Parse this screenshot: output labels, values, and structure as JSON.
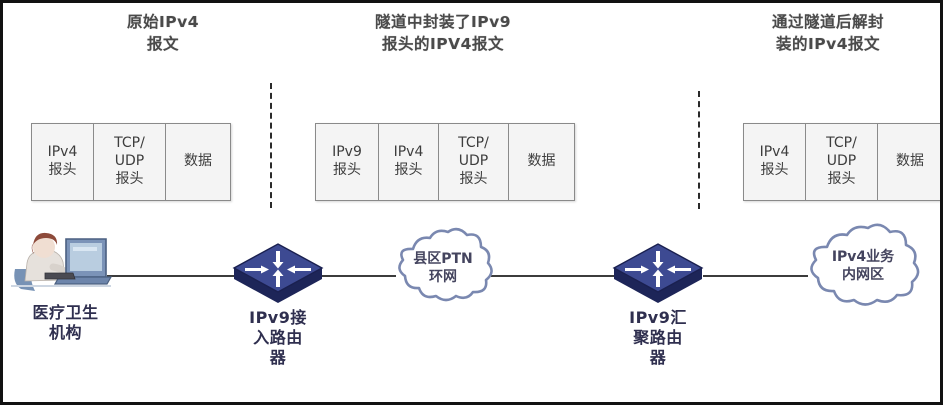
{
  "diagram": {
    "title": "IPv9 tunnel encapsulation network diagram",
    "colors": {
      "border": "#111111",
      "router_body": "#2e3a7a",
      "router_top": "#4a57a8",
      "cloud_stroke": "#6d7ba8",
      "packet_border": "#8a8a8a",
      "packet_fill": "#f2f2f2",
      "line": "#3c3c3c",
      "label_text": "#2f2f4f"
    }
  },
  "sections": [
    {
      "caption": "原始IPv4\n报文"
    },
    {
      "caption": "隧道中封装了IPv9\n报头的IPV4报文"
    },
    {
      "caption": "通过隧道后解封\n装的IPv4报文"
    }
  ],
  "packets": [
    {
      "name": "original-ipv4-packet",
      "cells": [
        {
          "label": "IPv4\n报头"
        },
        {
          "label": "TCP/\nUDP\n报头"
        },
        {
          "label": "数据"
        }
      ]
    },
    {
      "name": "ipv9-encapsulated-packet",
      "cells": [
        {
          "label": "IPv9\n报头"
        },
        {
          "label": "IPv4\n报头"
        },
        {
          "label": "TCP/\nUDP\n报头"
        },
        {
          "label": "数据"
        }
      ]
    },
    {
      "name": "decapsulated-ipv4-packet",
      "cells": [
        {
          "label": "IPv4\n报头"
        },
        {
          "label": "TCP/\nUDP\n报头"
        },
        {
          "label": "数据"
        }
      ]
    }
  ],
  "nodes": {
    "endpoint": {
      "label": "医疗卫生\n机构"
    },
    "access_router": {
      "label": "IPv9接\n入路由\n器"
    },
    "aggregation_router": {
      "label": "IPv9汇\n聚路由\n器"
    }
  },
  "clouds": [
    {
      "name": "ptn-ring-network",
      "label": "县区PTN\n环网"
    },
    {
      "name": "ipv4-service-intranet",
      "label": "IPv4业务\n内网区"
    }
  ]
}
